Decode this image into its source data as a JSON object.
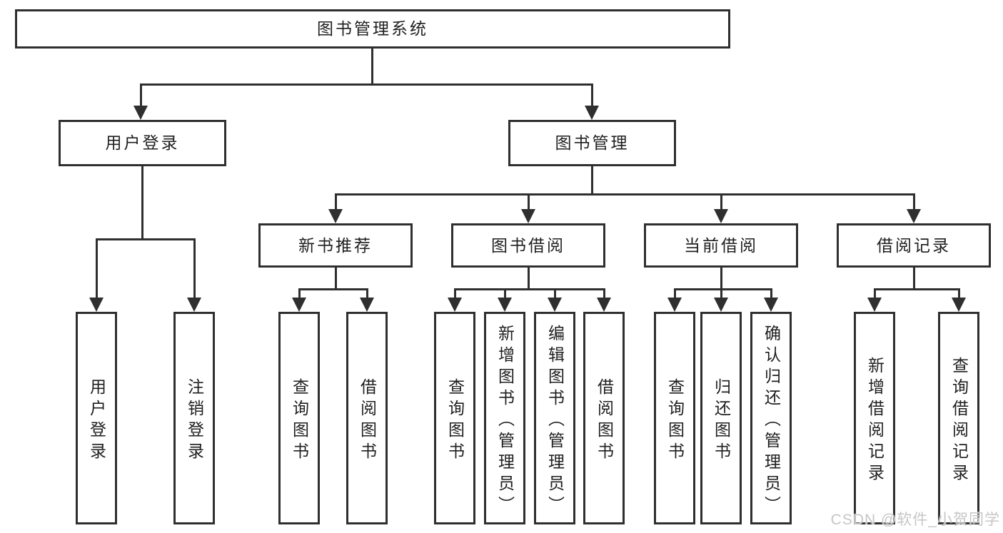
{
  "diagram_type": "hierarchy-tree",
  "tree": {
    "label": "图书管理系统",
    "children": [
      {
        "label": "用户登录",
        "children": [
          {
            "label": "用户登录"
          },
          {
            "label": "注销登录"
          }
        ]
      },
      {
        "label": "图书管理",
        "children": [
          {
            "label": "新书推荐",
            "children": [
              {
                "label": "查询图书"
              },
              {
                "label": "借阅图书"
              }
            ]
          },
          {
            "label": "图书借阅",
            "children": [
              {
                "label": "查询图书"
              },
              {
                "label": "新增图书（管理员）"
              },
              {
                "label": "编辑图书（管理员）"
              },
              {
                "label": "借阅图书"
              }
            ]
          },
          {
            "label": "当前借阅",
            "children": [
              {
                "label": "查询图书"
              },
              {
                "label": "归还图书"
              },
              {
                "label": "确认归还（管理员）"
              }
            ]
          },
          {
            "label": "借阅记录",
            "children": [
              {
                "label": "新增借阅记录"
              },
              {
                "label": "查询借阅记录"
              }
            ]
          }
        ]
      }
    ]
  },
  "watermark": {
    "text": "CSDN @软件_小贺同学"
  },
  "colors": {
    "line": "#2f2f2f",
    "border": "#2f2f2f",
    "text": "#1f1f1f",
    "watermark": "#c6c6c6",
    "background": "#ffffff"
  }
}
